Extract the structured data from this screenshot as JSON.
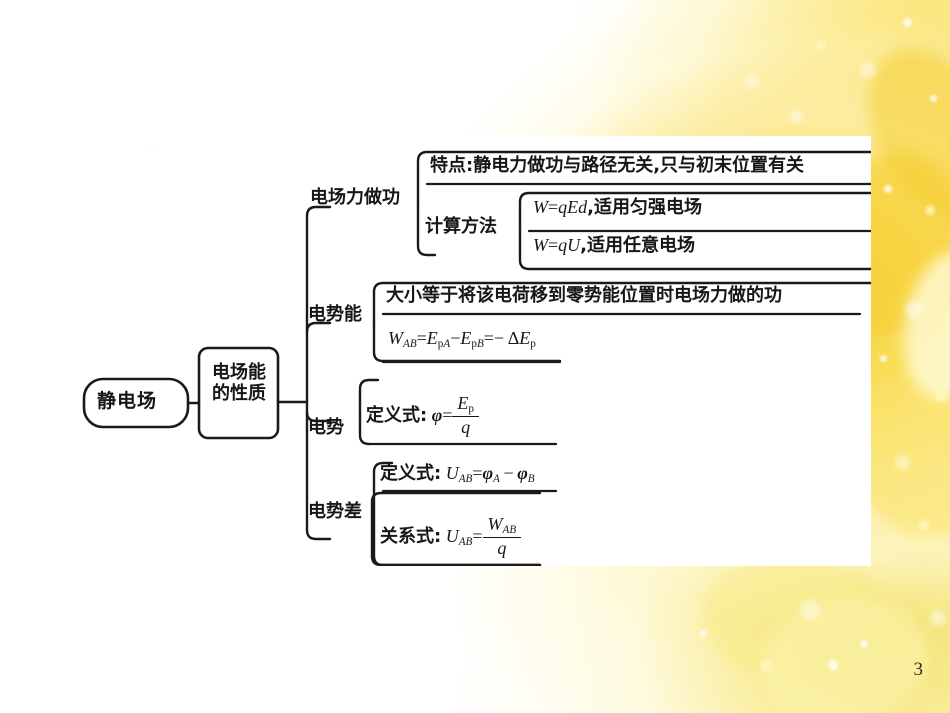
{
  "slide": {
    "page_number": "3",
    "background": {
      "accent_yellow": "#f5cf2e",
      "accent_pale": "#fdf4cf",
      "paper": "#ffffff"
    }
  },
  "mindmap": {
    "root": {
      "label": "静电场"
    },
    "level2": {
      "label_line1": "电场能",
      "label_line2": "的性质"
    },
    "branches": [
      {
        "id": "branch-work",
        "label": "电场力做功",
        "leaves": [
          {
            "id": "feature",
            "text": "特点:静电力做功与路径无关,只与初末位置有关"
          }
        ],
        "sub": {
          "label": "计算方法",
          "leaves": [
            {
              "id": "formula-qed",
              "formula": "W=qEd",
              "text": ",适用匀强电场"
            },
            {
              "id": "formula-qu",
              "formula": "W=qU",
              "text": ",适用任意电场"
            }
          ]
        }
      },
      {
        "id": "branch-potential-energy",
        "label": "电势能",
        "leaves": [
          {
            "id": "pe-desc",
            "text": "大小等于将该电荷移到零势能位置时电场力做的功"
          },
          {
            "id": "pe-formula",
            "text": "W_AB=E_pA−E_pB=−ΔE_p"
          }
        ]
      },
      {
        "id": "branch-potential",
        "label": "电势",
        "leaves": [
          {
            "id": "p-def",
            "prefix": "定义式:",
            "formula": "φ=E_p/q"
          }
        ]
      },
      {
        "id": "branch-potential-difference",
        "label": "电势差",
        "leaves": [
          {
            "id": "pd-def",
            "prefix": "定义式:",
            "formula": "U_AB=φ_A−φ_B"
          },
          {
            "id": "pd-rel",
            "prefix": "关系式:",
            "formula": "U_AB=W_AB/q"
          }
        ]
      }
    ],
    "symbols": {
      "W": "W",
      "q": "q",
      "E": "E",
      "d": "d",
      "U": "U",
      "phi": "φ",
      "delta": "Δ",
      "A": "A",
      "B": "B",
      "p": "p",
      "eq": "=",
      "minus": "−",
      "colon": ":"
    }
  }
}
